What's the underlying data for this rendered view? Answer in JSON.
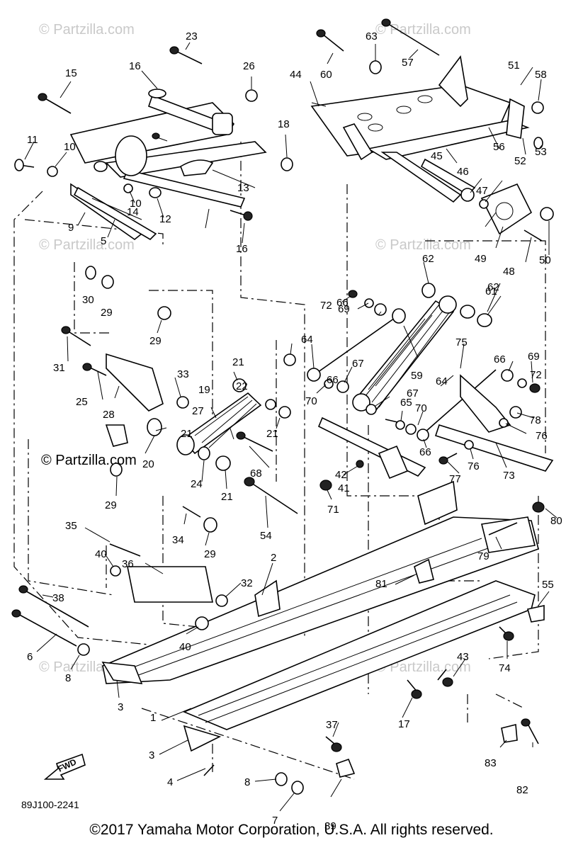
{
  "watermark": {
    "text": "© Partzilla.com"
  },
  "drawing_code": "89J100-2241",
  "fwd_label": "FWD",
  "copyright": "©2017  Yamaha Motor Corporation, U.S.A. All rights reserved.",
  "callouts": [
    "1",
    "2",
    "3",
    "3",
    "4",
    "5",
    "6",
    "7",
    "8",
    "8",
    "9",
    "10",
    "10",
    "11",
    "12",
    "13",
    "14",
    "15",
    "16",
    "16",
    "17",
    "18",
    "19",
    "20",
    "21",
    "21",
    "21",
    "21",
    "22",
    "23",
    "24",
    "25",
    "26",
    "27",
    "28",
    "29",
    "29",
    "29",
    "29",
    "30",
    "31",
    "32",
    "33",
    "34",
    "35",
    "36",
    "37",
    "38",
    "39",
    "40",
    "40",
    "41",
    "42",
    "43",
    "44",
    "45",
    "46",
    "47",
    "48",
    "49",
    "50",
    "51",
    "52",
    "53",
    "54",
    "55",
    "56",
    "57",
    "58",
    "59",
    "60",
    "61",
    "62",
    "62",
    "63",
    "64",
    "64",
    "65",
    "66",
    "66",
    "66",
    "66",
    "67",
    "67",
    "68",
    "69",
    "69",
    "70",
    "70",
    "71",
    "72",
    "72",
    "73",
    "74",
    "75",
    "76",
    "76",
    "77",
    "78",
    "79",
    "80",
    "81",
    "82",
    "83"
  ]
}
